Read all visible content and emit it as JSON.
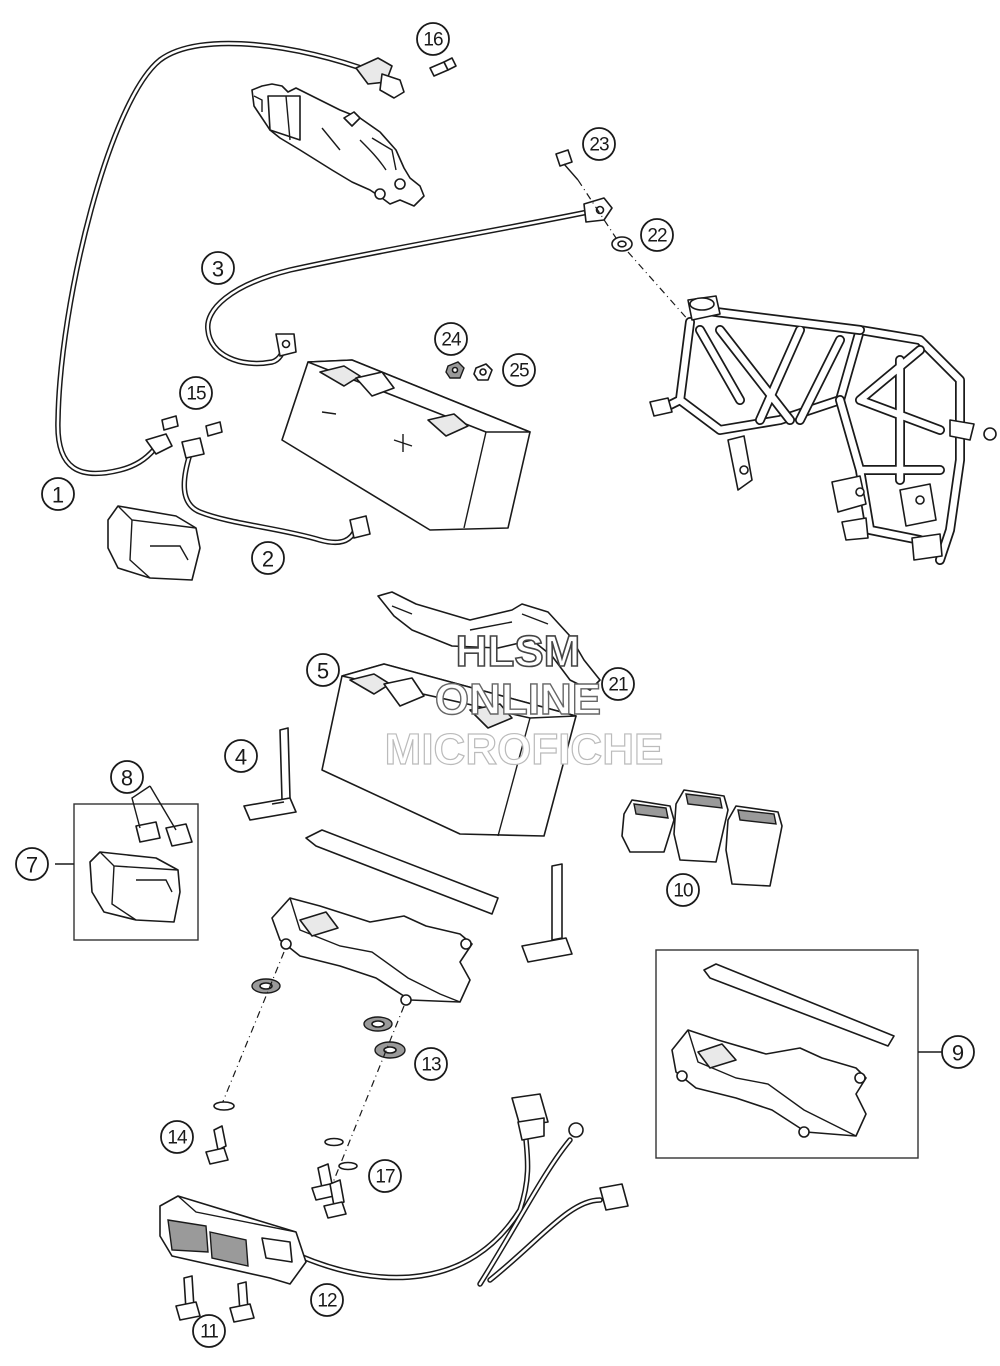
{
  "watermark": {
    "line1": "HLSM",
    "line2": "ONLINE",
    "line3": "MICROFICHE"
  },
  "callouts": [
    {
      "id": "1",
      "label": "1"
    },
    {
      "id": "2",
      "label": "2"
    },
    {
      "id": "3",
      "label": "3"
    },
    {
      "id": "4",
      "label": "4"
    },
    {
      "id": "5",
      "label": "5"
    },
    {
      "id": "7",
      "label": "7"
    },
    {
      "id": "8",
      "label": "8"
    },
    {
      "id": "9",
      "label": "9"
    },
    {
      "id": "10",
      "label": "10"
    },
    {
      "id": "11",
      "label": "11"
    },
    {
      "id": "12",
      "label": "12"
    },
    {
      "id": "13",
      "label": "13"
    },
    {
      "id": "14",
      "label": "14"
    },
    {
      "id": "15",
      "label": "15"
    },
    {
      "id": "16",
      "label": "16"
    },
    {
      "id": "17",
      "label": "17"
    },
    {
      "id": "21",
      "label": "21"
    },
    {
      "id": "22",
      "label": "22"
    },
    {
      "id": "23",
      "label": "23"
    },
    {
      "id": "24",
      "label": "24"
    },
    {
      "id": "25",
      "label": "25"
    }
  ]
}
